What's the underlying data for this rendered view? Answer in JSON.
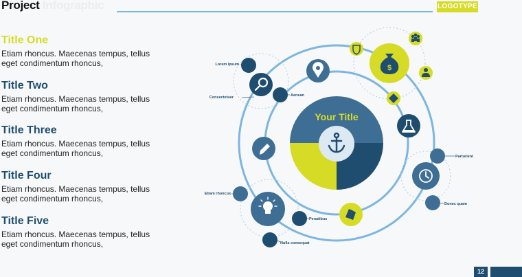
{
  "header": {
    "title_main": "Project",
    "title_sub": "Infographic",
    "logo": "LOGOTYPE"
  },
  "sections": [
    {
      "title": "Title One",
      "body": "Etiam rhoncus. Maecenas tempus, tellus eget condimentum rhoncus,",
      "color": "#d6dc26"
    },
    {
      "title": "Title Two",
      "body": "Etiam rhoncus. Maecenas tempus, tellus eget condimentum rhoncus,",
      "color": "#1f4d70"
    },
    {
      "title": "Title Three",
      "body": "Etiam rhoncus. Maecenas tempus, tellus eget condimentum rhoncus,",
      "color": "#1f4d70"
    },
    {
      "title": "Title Four",
      "body": "Etiam rhoncus. Maecenas tempus, tellus eget condimentum rhoncus,",
      "color": "#1f4d70"
    },
    {
      "title": "Title Five",
      "body": "Etiam rhoncus. Maecenas tempus, tellus eget condimentum rhoncus,",
      "color": "#1f4d70"
    }
  ],
  "diagram": {
    "center_title": "Your Title",
    "labels": {
      "lorem": "Lorem ipsum",
      "consectetuer": "Consectetuer",
      "aenean": "Aenean",
      "parturient": "Parturient",
      "donec": "Donec quam",
      "etiam": "Etiam rhoncus",
      "penatibus": "Penatibus",
      "nulla": "Nulla consequat"
    },
    "icons": [
      "anchor-icon",
      "search-icon",
      "location-pin-icon",
      "money-bag-icon",
      "flask-icon",
      "pencil-icon",
      "clock-icon",
      "lightbulb-icon",
      "handshake-icon",
      "person-icon",
      "people-icon",
      "shield-icon",
      "diamond-icon"
    ]
  },
  "footer": {
    "page_number": "12"
  },
  "colors": {
    "navy": "#1f4d70",
    "steel": "#3f6e95",
    "lime": "#d6dc26",
    "ring": "#7cb6e0"
  }
}
